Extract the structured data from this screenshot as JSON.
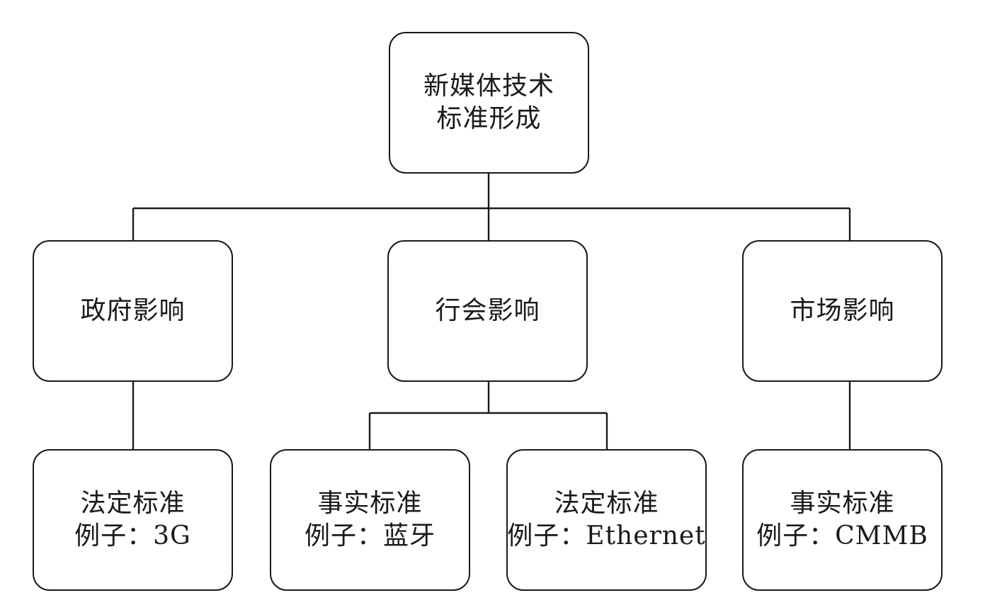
{
  "diagram": {
    "root": {
      "line1": "新媒体技术",
      "line2": "标准形成"
    },
    "influences": [
      {
        "label": "政府影响"
      },
      {
        "label": "行会影响"
      },
      {
        "label": "市场影响"
      }
    ],
    "standards": [
      {
        "type": "法定标准",
        "example": "例子：3G"
      },
      {
        "type": "事实标准",
        "example": "例子：蓝牙"
      },
      {
        "type": "法定标准",
        "example": "例子：Ethernet"
      },
      {
        "type": "事实标准",
        "example": "例子：CMMB"
      }
    ]
  }
}
